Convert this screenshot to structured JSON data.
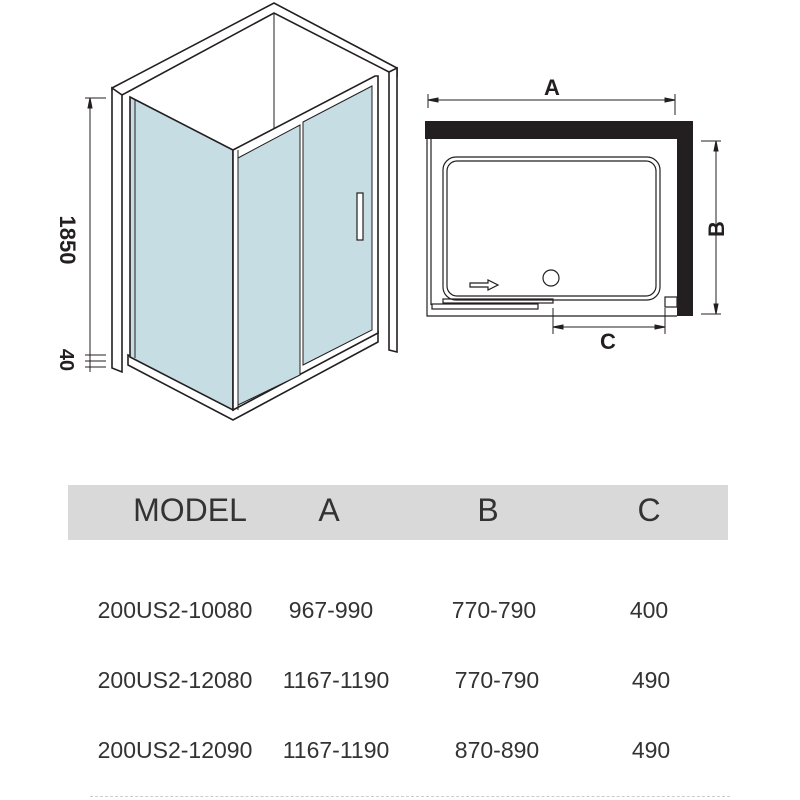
{
  "diagram": {
    "height_label": "1850",
    "base_label": "40",
    "dim_a": "A",
    "dim_b": "B",
    "dim_c": "C",
    "glass_color": "#c5dde3",
    "line_color": "#231f20"
  },
  "table": {
    "headers": [
      "MODEL",
      "A",
      "B",
      "C"
    ],
    "rows": [
      [
        "200US2-10080",
        "967-990",
        "770-790",
        "400"
      ],
      [
        "200US2-12080",
        "1167-1190",
        "770-790",
        "490"
      ],
      [
        "200US2-12090",
        "1167-1190",
        "870-890",
        "490"
      ]
    ]
  }
}
